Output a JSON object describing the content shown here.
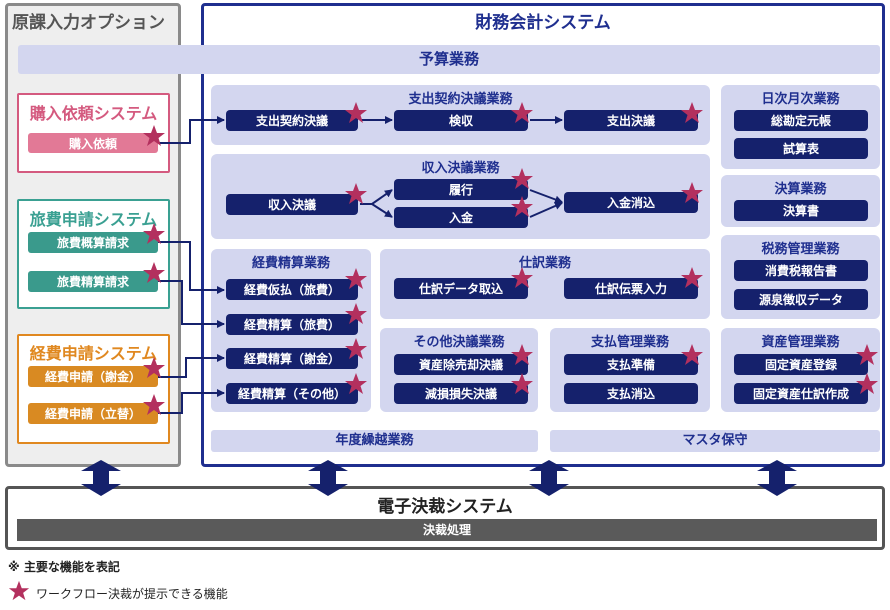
{
  "colors": {
    "navy": "#15216c",
    "blue_border": "#1f2f8f",
    "band": "#d3d6ef",
    "star": "#b3305e",
    "purchase": "#d45a7f",
    "travel": "#3aa092",
    "expense": "#e08820"
  },
  "left_frame": {
    "title": "原課入力オプション"
  },
  "purchase_system": {
    "title": "購入依頼システム",
    "items": [
      "購入依頼"
    ]
  },
  "travel_system": {
    "title": "旅費申請システム",
    "items": [
      "旅費概算請求",
      "旅費精算請求"
    ]
  },
  "expense_system": {
    "title": "経費申請システム",
    "items": [
      "経費申請（謝金）",
      "経費申請（立替）"
    ]
  },
  "main_frame": {
    "title": "財務会計システム"
  },
  "budget": {
    "title": "予算業務"
  },
  "expenditure": {
    "title": "支出契約決議業務",
    "items": [
      "支出契約決議",
      "検収",
      "支出決議"
    ]
  },
  "revenue": {
    "title": "収入決議業務",
    "items": [
      "収入決議",
      "履行",
      "入金",
      "入金消込"
    ]
  },
  "expense_settle": {
    "title": "経費精算業務",
    "items": [
      "経費仮払（旅費）",
      "経費精算（旅費）",
      "経費精算（謝金）",
      "経費精算（その他）"
    ]
  },
  "journal": {
    "title": "仕訳業務",
    "items": [
      "仕訳データ取込",
      "仕訳伝票入力"
    ]
  },
  "other_decision": {
    "title": "その他決議業務",
    "items": [
      "資産除売却決議",
      "減損損失決議"
    ]
  },
  "payment": {
    "title": "支払管理業務",
    "items": [
      "支払準備",
      "支払消込"
    ]
  },
  "daily": {
    "title": "日次月次業務",
    "items": [
      "総勘定元帳",
      "試算表"
    ]
  },
  "closing": {
    "title": "決算業務",
    "items": [
      "決算書"
    ]
  },
  "tax": {
    "title": "税務管理業務",
    "items": [
      "消費税報告書",
      "源泉徴収データ"
    ]
  },
  "assets": {
    "title": "資産管理業務",
    "items": [
      "固定資産登録",
      "固定資産仕訳作成"
    ]
  },
  "carryover": {
    "title": "年度繰越業務"
  },
  "master": {
    "title": "マスタ保守"
  },
  "esign": {
    "title": "電子決裁システム",
    "bar_label": "決裁処理"
  },
  "notes": {
    "main": "※ 主要な機能を表記",
    "legend": "ワークフロー決裁が提示できる機能",
    "legend_icon": "star-icon"
  }
}
